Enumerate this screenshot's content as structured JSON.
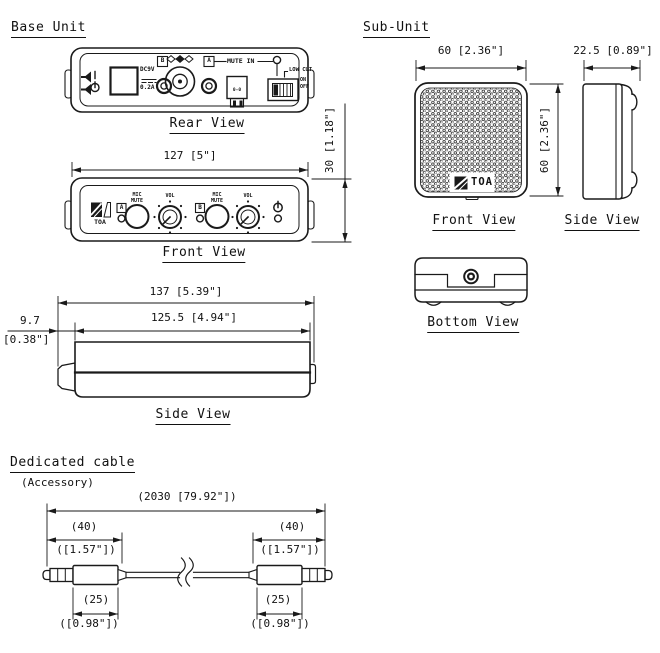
{
  "base_unit": {
    "title": "Base Unit",
    "rear_view": {
      "label": "Rear View",
      "dc_voltage": "DC9V",
      "dc_current": "0.2A",
      "jack_b": "B",
      "jack_a": "A",
      "mute_in": "MUTE IN",
      "low_cut": "LOW CUT",
      "on": "ON",
      "off": "OFF",
      "connector_pins": "0-0"
    },
    "front_view": {
      "label": "Front View",
      "toa_logo": "TOA",
      "channel_a": "A",
      "channel_b": "B",
      "mic_mute_line1": "MIC",
      "mic_mute_line2": "MUTE",
      "vol": "VOL"
    },
    "side_view": {
      "label": "Side View"
    },
    "dimensions": {
      "front_width": "127 [5\"]",
      "front_height": "30 [1.18\"]",
      "side_overall": "137 [5.39\"]",
      "side_body": "125.5 [4.94\"]",
      "side_protrusion_mm": "9.7",
      "side_protrusion_inch": "[0.38\"]"
    }
  },
  "sub_unit": {
    "title": "Sub-Unit",
    "front_view_label": "Front View",
    "side_view_label": "Side View",
    "bottom_view_label": "Bottom View",
    "toa_logo": "TOA",
    "dimensions": {
      "width": "60 [2.36\"]",
      "height": "60 [2.36\"]",
      "depth": "22.5 [0.89\"]"
    }
  },
  "cable": {
    "title": "Dedicated cable",
    "subtitle": "(Accessory)",
    "dimensions": {
      "overall": "(2030 [79.92\"])",
      "plug_left_mm": "(40)",
      "plug_left_inch": "([1.57\"])",
      "plug_right_mm": "(40)",
      "plug_right_inch": "([1.57\"])",
      "body_left_mm": "(25)",
      "body_left_inch": "([0.98\"])",
      "body_right_mm": "(25)",
      "body_right_inch": "([0.98\"])"
    }
  },
  "colors": {
    "line": "#1a1a1a",
    "background": "#ffffff"
  }
}
